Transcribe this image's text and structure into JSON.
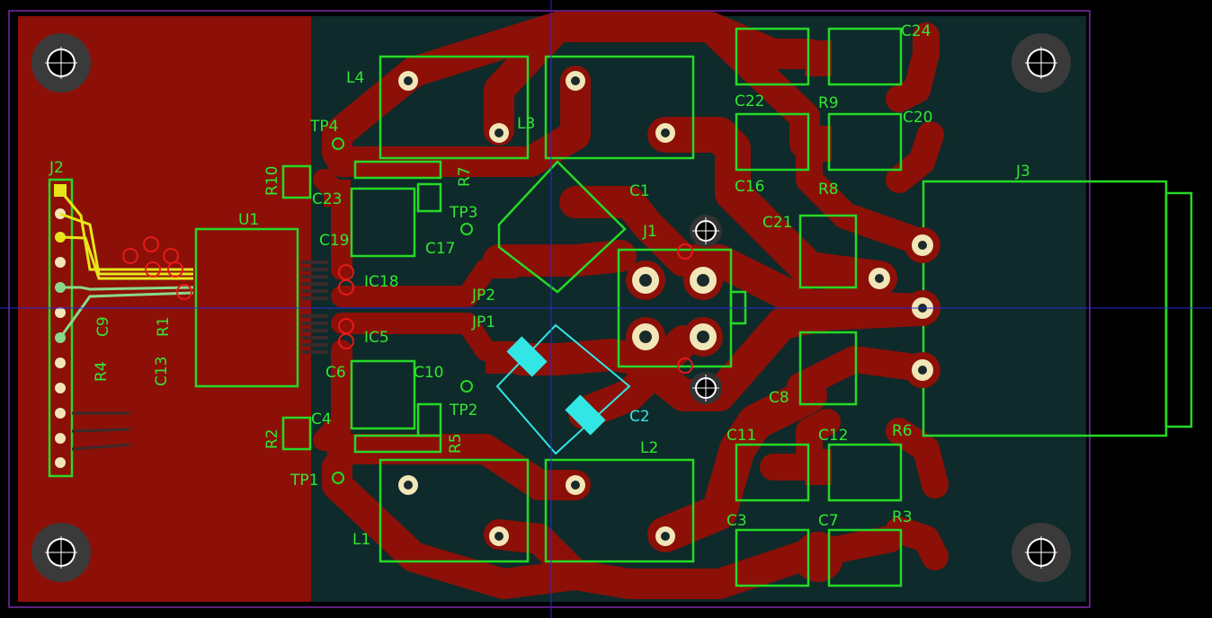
{
  "colors": {
    "background": "#000000",
    "board": "#0e2a2a",
    "copper": "#8c1008",
    "silkscreen": "#26d926",
    "cyan": "#33e6e6",
    "outline": "#7a2aa8",
    "crosshair": "#2a2ad8",
    "pad_ring": "#f2e6b8",
    "highlight_yellow": "#e6e61a",
    "highlight_green": "#8ad98a",
    "marker_red": "#e61a1a"
  },
  "labels": {
    "J2": "J2",
    "J1": "J1",
    "J3": "J3",
    "U1": "U1",
    "L1": "L1",
    "L2": "L2",
    "L3": "L3",
    "L4": "L4",
    "C1": "C1",
    "C2": "C2",
    "C3": "C3",
    "C4": "C4",
    "C6": "C6",
    "C7": "C7",
    "C8": "C8",
    "C9": "C9",
    "C10": "C10",
    "C11": "C11",
    "C12": "C12",
    "C13": "C13",
    "C16": "C16",
    "C17": "C17",
    "C19": "C19",
    "C20": "C20",
    "C21": "C21",
    "C22": "C22",
    "C23": "C23",
    "C24": "C24",
    "R1": "R1",
    "R2": "R2",
    "R3": "R3",
    "R4": "R4",
    "R5": "R5",
    "R6": "R6",
    "R7": "R7",
    "R8": "R8",
    "R9": "R9",
    "R10": "R10",
    "TP1": "TP1",
    "TP2": "TP2",
    "TP3": "TP3",
    "TP4": "TP4",
    "IC5": "IC5",
    "IC18": "IC18",
    "JP1": "JP1",
    "JP2": "JP2"
  },
  "icons": [
    "mounting-hole-icon",
    "via-icon",
    "through-hole-pad-icon",
    "origin-crosshair-icon"
  ]
}
